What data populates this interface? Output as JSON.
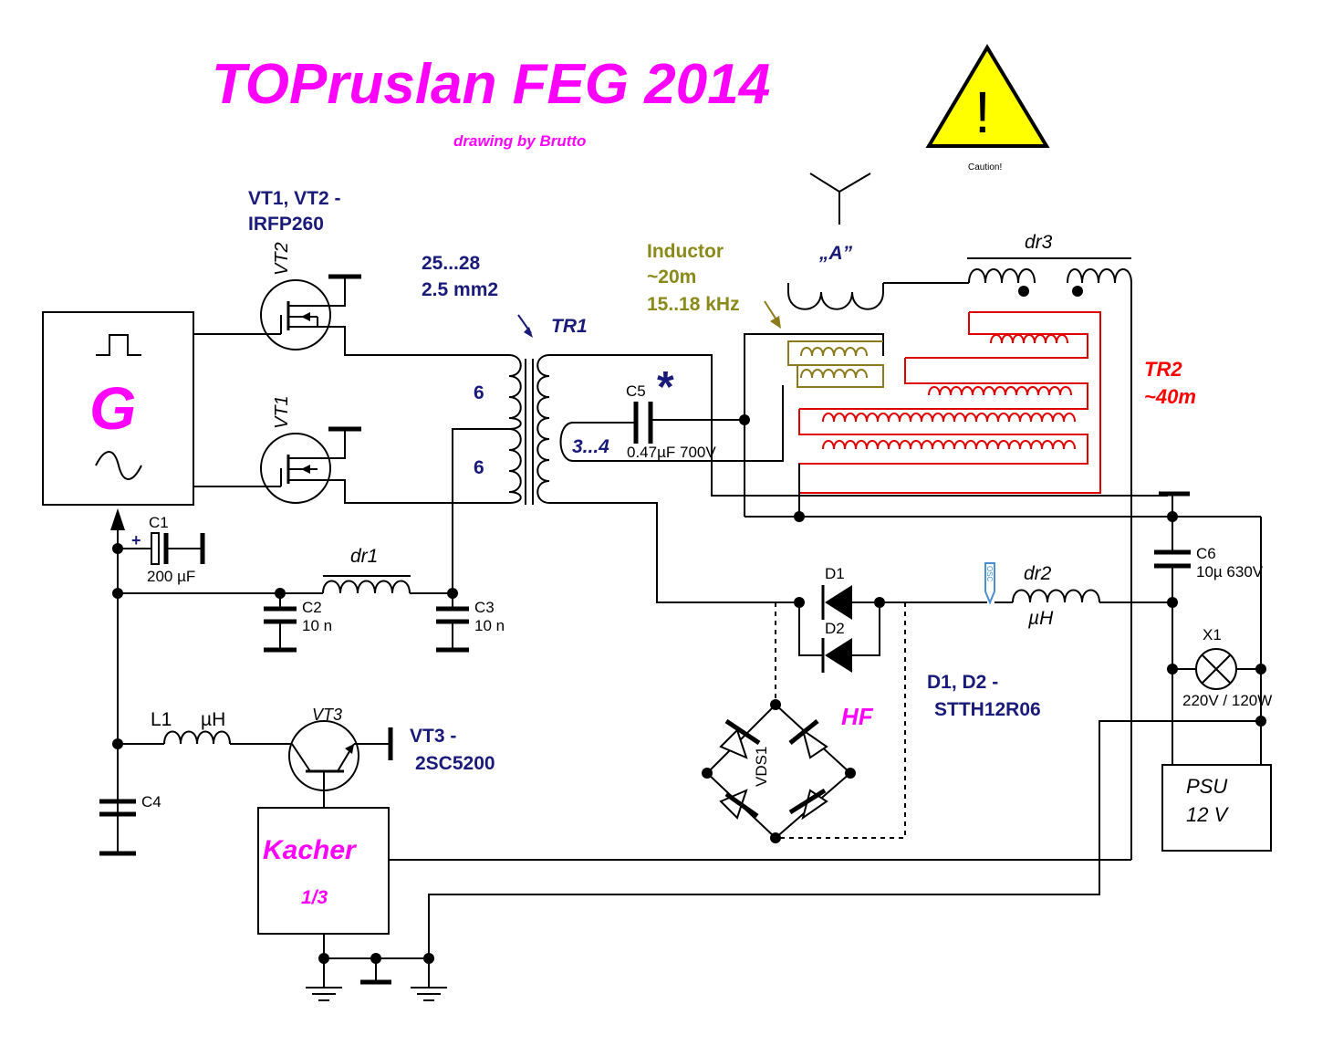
{
  "title": "TOPruslan FEG 2014",
  "subtitle": "drawing by Brutto",
  "caution": "Caution!",
  "warning_symbol": "!",
  "notes": {
    "transistors_line1": "VT1, VT2 -",
    "transistors_line2": "IRFP260",
    "wire_line1": "25...28",
    "wire_line2": "2.5 mm2",
    "inductor_line1": "Inductor",
    "inductor_line2": "~20m",
    "inductor_line3": "15..18 kHz",
    "tr2_line1": "TR2",
    "tr2_line2": "~40m",
    "diodes_line1": "D1, D2 -",
    "diodes_line2": "STTH12R06",
    "vt3_line1": "VT3 -",
    "vt3_line2": "2SC5200"
  },
  "components": {
    "generator": "G",
    "vt1": "VT1",
    "vt2": "VT2",
    "vt3": "VT3",
    "tr1": "TR1",
    "turns_upper": "6",
    "turns_lower": "6",
    "turns_secondary": "3...4",
    "c5": "C5",
    "c5_value": "0.47µF 700V",
    "star": "*",
    "antenna": "„A”",
    "dr3": "dr3",
    "dr1": "dr1",
    "dr2": "dr2",
    "dr2_unit": "µH",
    "c1": "C1",
    "c1_plus": "+",
    "c1_value": "200 µF",
    "c2": "C2",
    "c2_value": "10 n",
    "c3": "C3",
    "c3_value": "10 n",
    "c4": "C4",
    "c6": "C6",
    "c6_value": "10µ 630V",
    "d1": "D1",
    "d2": "D2",
    "vds1": "VDS1",
    "hf": "HF",
    "x1": "X1",
    "x1_value": "220V / 120W",
    "l1": "L1",
    "l1_unit": "µH",
    "kacher": "Kacher",
    "kacher_ratio": "1/3",
    "psu_line1": "PSU",
    "psu_line2": "12 V",
    "osc_probe": "OSC"
  },
  "colors": {
    "title": "#ff00ff",
    "labels": "#1a1a7a",
    "inductor": "#8a8a1a",
    "tr2": "#ff0000",
    "warning": "#ffff00"
  }
}
